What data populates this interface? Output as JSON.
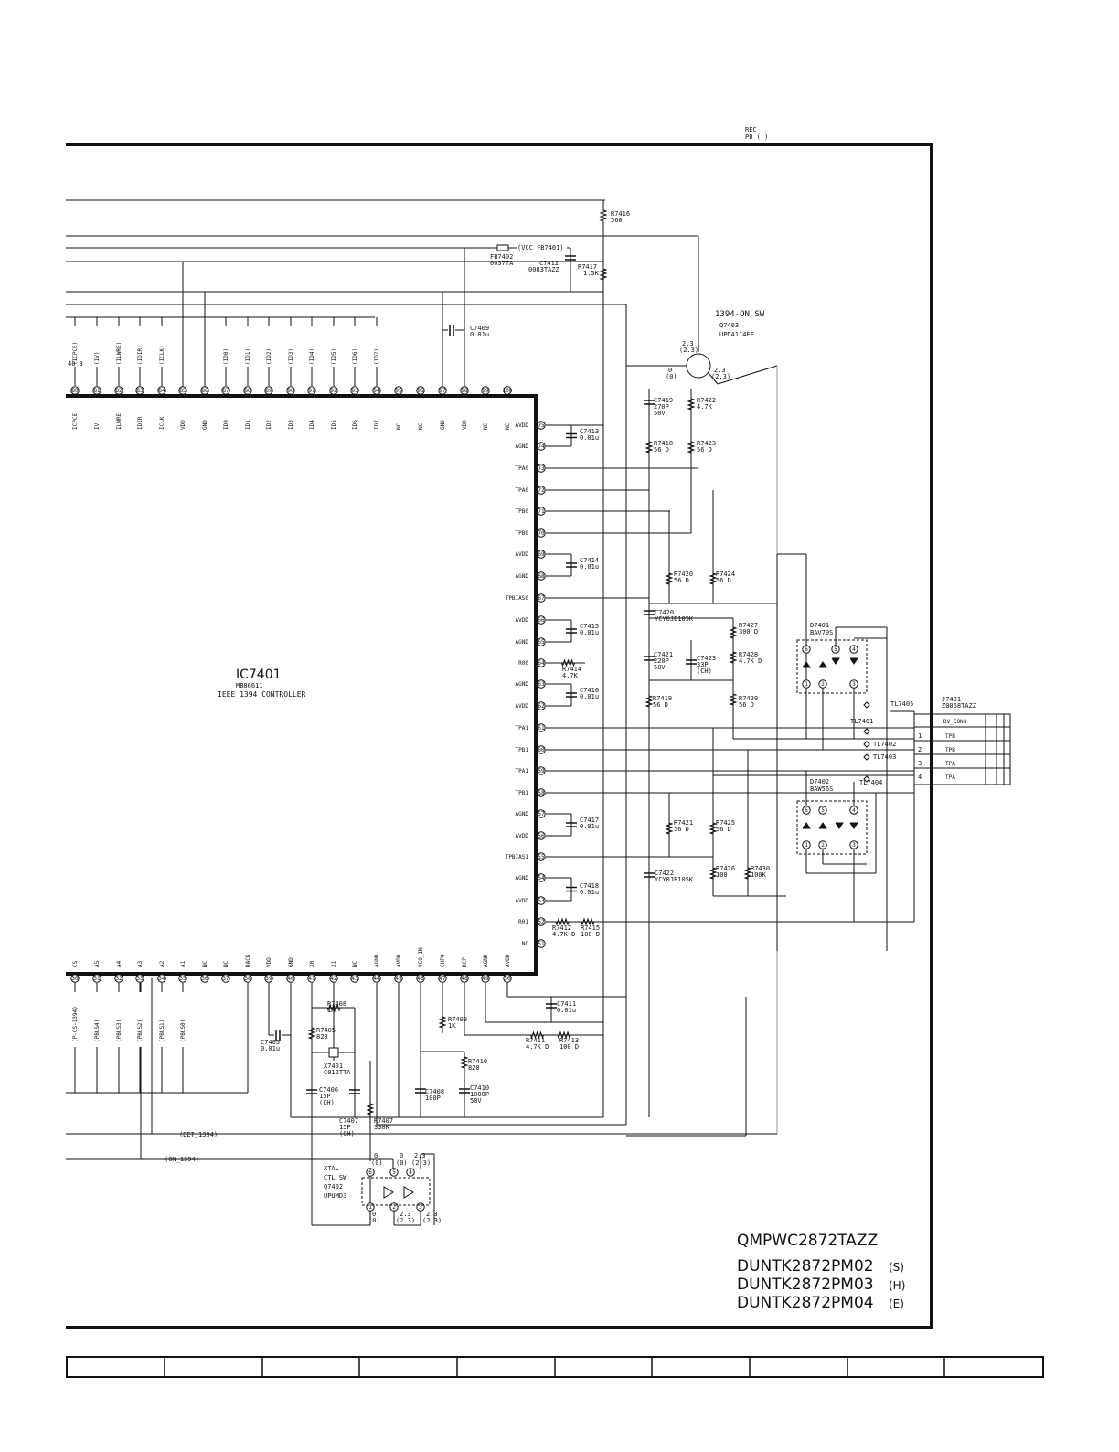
{
  "header": {
    "rec": "REC",
    "pb": "PB ( )"
  },
  "ic": {
    "ref": "IC7401",
    "part": "MB86611",
    "desc": "IEEE 1394 CONTROLLER",
    "top_pins": [
      {
        "num": "80",
        "name": "ICPCE"
      },
      {
        "num": "81",
        "name": "IV"
      },
      {
        "num": "82",
        "name": "ILWRE"
      },
      {
        "num": "83",
        "name": "IDIR"
      },
      {
        "num": "84",
        "name": "ICLK"
      },
      {
        "num": "85",
        "name": "VDD"
      },
      {
        "num": "86",
        "name": "GND"
      },
      {
        "num": "87",
        "name": "ID0"
      },
      {
        "num": "88",
        "name": "ID1"
      },
      {
        "num": "89",
        "name": "ID2"
      },
      {
        "num": "90",
        "name": "ID3"
      },
      {
        "num": "91",
        "name": "ID4"
      },
      {
        "num": "92",
        "name": "ID5"
      },
      {
        "num": "93",
        "name": "ID6"
      },
      {
        "num": "94",
        "name": "ID7"
      },
      {
        "num": "95",
        "name": "NC"
      },
      {
        "num": "96",
        "name": "NC"
      },
      {
        "num": "97",
        "name": "GND"
      },
      {
        "num": "98",
        "name": "VDD"
      },
      {
        "num": "99",
        "name": "NC"
      },
      {
        "num": "100",
        "name": "NC"
      }
    ],
    "top_signals": [
      "(ICPCE)",
      "(IV)",
      "(ILWRE)",
      "(IDIR)",
      "(ICLK)",
      "(ID0)",
      "(ID1)",
      "(ID2)",
      "(ID3)",
      "(ID4)",
      "(ID5)",
      "(ID6)",
      "(ID7)"
    ],
    "right_pins": [
      {
        "num": "75",
        "name": "AVDD"
      },
      {
        "num": "74",
        "name": "AGND"
      },
      {
        "num": "73",
        "name": "TPA0"
      },
      {
        "num": "72",
        "name": "TPA0"
      },
      {
        "num": "71",
        "name": "TPB0"
      },
      {
        "num": "70",
        "name": "TPB0"
      },
      {
        "num": "69",
        "name": "AVDD"
      },
      {
        "num": "68",
        "name": "AGND"
      },
      {
        "num": "67",
        "name": "TPBIAS0"
      },
      {
        "num": "66",
        "name": "AVDD"
      },
      {
        "num": "65",
        "name": "AGND"
      },
      {
        "num": "64",
        "name": "R00"
      },
      {
        "num": "63",
        "name": "AGND"
      },
      {
        "num": "62",
        "name": "AVDD"
      },
      {
        "num": "61",
        "name": "TPA1"
      },
      {
        "num": "60",
        "name": "TPB1"
      },
      {
        "num": "59",
        "name": "TPA1"
      },
      {
        "num": "58",
        "name": "TPB1"
      },
      {
        "num": "57",
        "name": "AGND"
      },
      {
        "num": "56",
        "name": "AVDD"
      },
      {
        "num": "55",
        "name": "TPBIAS1"
      },
      {
        "num": "54",
        "name": "AGND"
      },
      {
        "num": "53",
        "name": "AVDD"
      },
      {
        "num": "52",
        "name": "R01"
      },
      {
        "num": "51",
        "name": "NC"
      }
    ],
    "bottom_pins": [
      {
        "num": "30",
        "name": "CS"
      },
      {
        "num": "31",
        "name": "A5"
      },
      {
        "num": "32",
        "name": "A4"
      },
      {
        "num": "33",
        "name": "A3"
      },
      {
        "num": "34",
        "name": "A2"
      },
      {
        "num": "35",
        "name": "A1"
      },
      {
        "num": "36",
        "name": "NC"
      },
      {
        "num": "37",
        "name": "NC"
      },
      {
        "num": "38",
        "name": "DACK"
      },
      {
        "num": "39",
        "name": "VDD"
      },
      {
        "num": "40",
        "name": "GND"
      },
      {
        "num": "41",
        "name": "X0"
      },
      {
        "num": "42",
        "name": "X1"
      },
      {
        "num": "43",
        "name": "NC"
      },
      {
        "num": "44",
        "name": "AGND"
      },
      {
        "num": "45",
        "name": "AVDD"
      },
      {
        "num": "46",
        "name": "VCO_IN"
      },
      {
        "num": "47",
        "name": "CHP0"
      },
      {
        "num": "48",
        "name": "RCP"
      },
      {
        "num": "49",
        "name": "AGND"
      },
      {
        "num": "50",
        "name": "AVDD"
      }
    ],
    "bottom_signals": [
      "(P-CS-1394)",
      "(PBUS4)",
      "(PBUS3)",
      "(PBUS2)",
      "(PBUS1)",
      "(PBUS0)"
    ]
  },
  "partial_label": "40 3",
  "top_parts": {
    "r7416": {
      "ref": "R7416",
      "val": "560"
    },
    "fb7402": {
      "ref": "FB7402",
      "val": "0057TA"
    },
    "vcc": "(VCC_FB7401)",
    "c7412": {
      "ref": "C7412",
      "val": "0083TAZZ"
    },
    "r7417": {
      "ref": "R7417",
      "val": "1.5K"
    },
    "c7409": {
      "ref": "C7409",
      "val": "0.01u"
    },
    "sw_title": "1394-ON SW",
    "q7403": {
      "ref": "Q7403",
      "val": "UPDA114EE"
    },
    "v1": "2.3",
    "v1b": "(2.3)",
    "v2": "0",
    "v2b": "(0)",
    "v3": "2.3",
    "v3b": "(2.3)"
  },
  "right_parts": [
    {
      "ref": "C7419",
      "l2": "270P",
      "l3": "50V"
    },
    {
      "ref": "R7422",
      "l2": "4.7K",
      "l3": ""
    },
    {
      "ref": "C7413",
      "l2": "0.01u",
      "l3": ""
    },
    {
      "ref": "R7418",
      "l2": "56 D",
      "l3": ""
    },
    {
      "ref": "R7423",
      "l2": "56 D",
      "l3": ""
    },
    {
      "ref": "C7414",
      "l2": "0.01u",
      "l3": ""
    },
    {
      "ref": "R7420",
      "l2": "56 D",
      "l3": ""
    },
    {
      "ref": "R7424",
      "l2": "56 D",
      "l3": ""
    },
    {
      "ref": "C7420",
      "l2": "YCY0JB105K",
      "l3": ""
    },
    {
      "ref": "R7427",
      "l2": "300 D",
      "l3": ""
    },
    {
      "ref": "C7415",
      "l2": "0.01u",
      "l3": ""
    },
    {
      "ref": "C7421",
      "l2": "220P",
      "l3": "50V"
    },
    {
      "ref": "C7423",
      "l2": "33P",
      "l3": "(CH)"
    },
    {
      "ref": "R7428",
      "l2": "4.7K D",
      "l3": ""
    },
    {
      "ref": "R7414",
      "l2": "4.7K",
      "l3": ""
    },
    {
      "ref": "C7416",
      "l2": "0.01u",
      "l3": ""
    },
    {
      "ref": "R7419",
      "l2": "56 D",
      "l3": ""
    },
    {
      "ref": "R7429",
      "l2": "56 D",
      "l3": ""
    },
    {
      "ref": "C7417",
      "l2": "0.01u",
      "l3": ""
    },
    {
      "ref": "R7421",
      "l2": "56 D",
      "l3": ""
    },
    {
      "ref": "R7425",
      "l2": "56 D",
      "l3": ""
    },
    {
      "ref": "C7422",
      "l2": "YCY0JB105K",
      "l3": ""
    },
    {
      "ref": "R7426",
      "l2": "100",
      "l3": ""
    },
    {
      "ref": "R7430",
      "l2": "100K",
      "l3": ""
    },
    {
      "ref": "C7418",
      "l2": "0.01u",
      "l3": ""
    },
    {
      "ref": "R7412",
      "l2": "4.7K D",
      "l3": ""
    },
    {
      "ref": "R7415",
      "l2": "100 D",
      "l3": ""
    }
  ],
  "diodes": {
    "d7401": {
      "ref": "D7401",
      "val": "BAV70S"
    },
    "d7402": {
      "ref": "D7402",
      "val": "BAW56S"
    }
  },
  "test_points": [
    "TL7405",
    "TL7401",
    "TL7402",
    "TL7403",
    "TL7404"
  ],
  "connector": {
    "ref": "J7401",
    "val": "Z0068TAZZ",
    "title": "DV_CONN",
    "pins": [
      {
        "num": "1",
        "name": "TPB"
      },
      {
        "num": "2",
        "name": "TPB"
      },
      {
        "num": "3",
        "name": "TPA"
      },
      {
        "num": "4",
        "name": "TPA"
      }
    ]
  },
  "bottom_parts": [
    {
      "ref": "C7411",
      "l2": "0.01u",
      "l3": ""
    },
    {
      "ref": "R7408",
      "l2": "1M",
      "l3": ""
    },
    {
      "ref": "R7405",
      "l2": "820",
      "l3": ""
    },
    {
      "ref": "C7405",
      "l2": "0.01u",
      "l3": ""
    },
    {
      "ref": "R7409",
      "l2": "1K",
      "l3": ""
    },
    {
      "ref": "R7411",
      "l2": "4.7K D",
      "l3": ""
    },
    {
      "ref": "R7413",
      "l2": "100 D",
      "l3": ""
    },
    {
      "ref": "X7401",
      "l2": "C012TTA",
      "l3": ""
    },
    {
      "ref": "R7410",
      "l2": "820",
      "l3": ""
    },
    {
      "ref": "C7406",
      "l2": "15P",
      "l3": "(CH)"
    },
    {
      "ref": "C7408",
      "l2": "100P",
      "l3": ""
    },
    {
      "ref": "C7410",
      "l2": "1000P",
      "l3": "50V"
    },
    {
      "ref": "C7407",
      "l2": "15P",
      "l3": "(CH)"
    },
    {
      "ref": "R7407",
      "l2": "330K",
      "l3": ""
    }
  ],
  "nets": {
    "det": "(DET_1394)",
    "on": "(ON_1394)"
  },
  "q7402": {
    "t1": "XTAL",
    "t2": "CTL SW",
    "ref": "Q7402",
    "val": "UPUMD3",
    "v_top1": "0",
    "v_top1b": "(0)",
    "v_top2": "0",
    "v_top2b": "(0)",
    "v_top3": "2.3",
    "v_top3b": "(2.3)",
    "v_bot1": "0",
    "v_bot1b": "(0)",
    "v_bot2": "2.3",
    "v_bot2b": "(2.3)",
    "v_bot3": "2.3",
    "v_bot3b": "(2.3)"
  },
  "models": {
    "main": "QMPWC2872TAZZ",
    "variants": [
      {
        "code": "DUNTK2872PM02",
        "suffix": "(S)"
      },
      {
        "code": "DUNTK2872PM03",
        "suffix": "(H)"
      },
      {
        "code": "DUNTK2872PM04",
        "suffix": "(E)"
      }
    ]
  }
}
